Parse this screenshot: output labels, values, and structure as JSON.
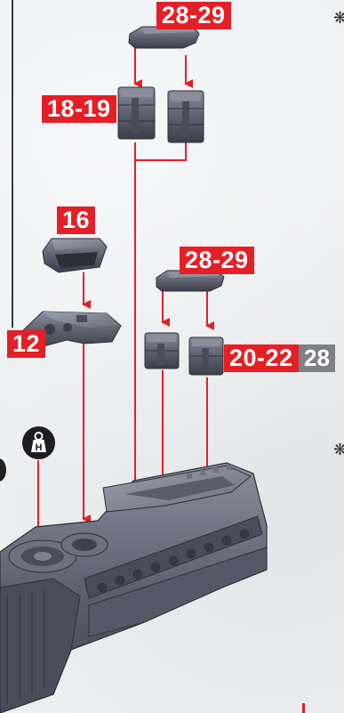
{
  "labels": {
    "top_cap": "28-29",
    "upper_blocks": "18-19",
    "sensor_piece": "16",
    "gun_block": "12",
    "mid_cap": "28-29",
    "mid_blocks": "20-22",
    "page_number": "28"
  },
  "icons": {
    "weight": "weight-h-icon",
    "ornament": "ornament-icon"
  },
  "colors": {
    "label_bg": "#e41f26",
    "page_badge_bg": "#7e8086",
    "arrow": "#e41f26",
    "part": "#5d6170"
  }
}
